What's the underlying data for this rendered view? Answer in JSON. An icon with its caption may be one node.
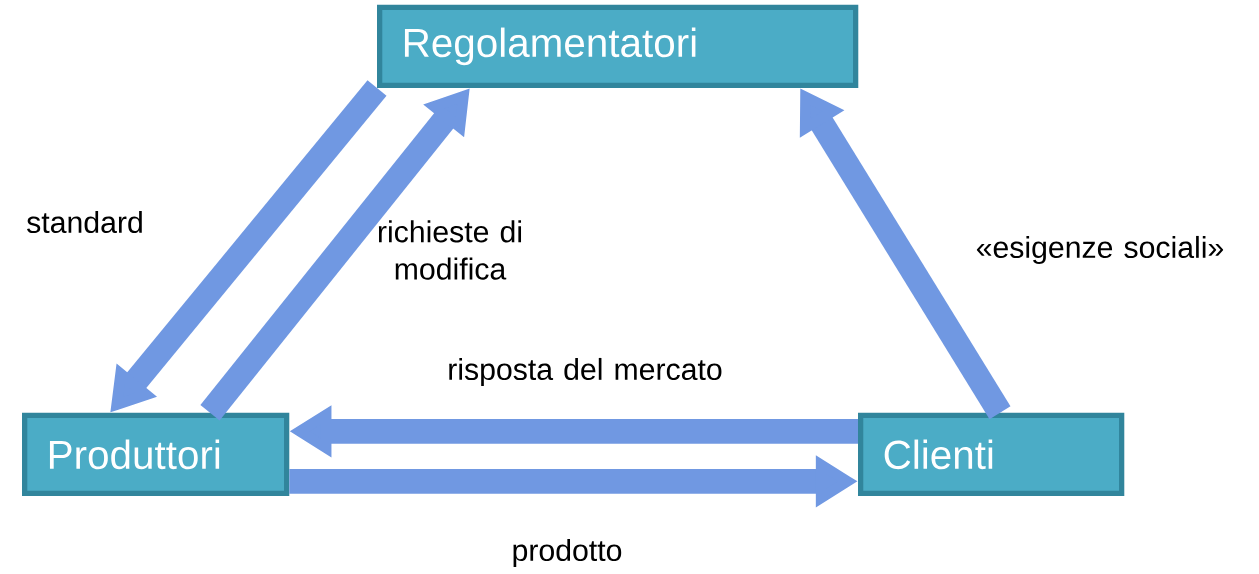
{
  "diagram": {
    "nodes": [
      {
        "text": [
          "Regolamentatori"
        ]
      },
      {
        "text": [
          "Produttori"
        ]
      },
      {
        "text": [
          "Clienti"
        ]
      }
    ],
    "edges": [
      {
        "from": 0,
        "to": 1,
        "arrow": "to",
        "label": "standard"
      },
      {
        "from": 1,
        "to": 0,
        "arrow": "to",
        "label": "richieste di modifica"
      },
      {
        "from": 2,
        "to": 0,
        "arrow": "to",
        "label": "«esigenze sociali»"
      },
      {
        "from": 2,
        "to": 1,
        "arrow": "to",
        "label": "risposta del mercato"
      },
      {
        "from": 1,
        "to": 2,
        "arrow": "to",
        "label": "prodotto"
      }
    ]
  }
}
